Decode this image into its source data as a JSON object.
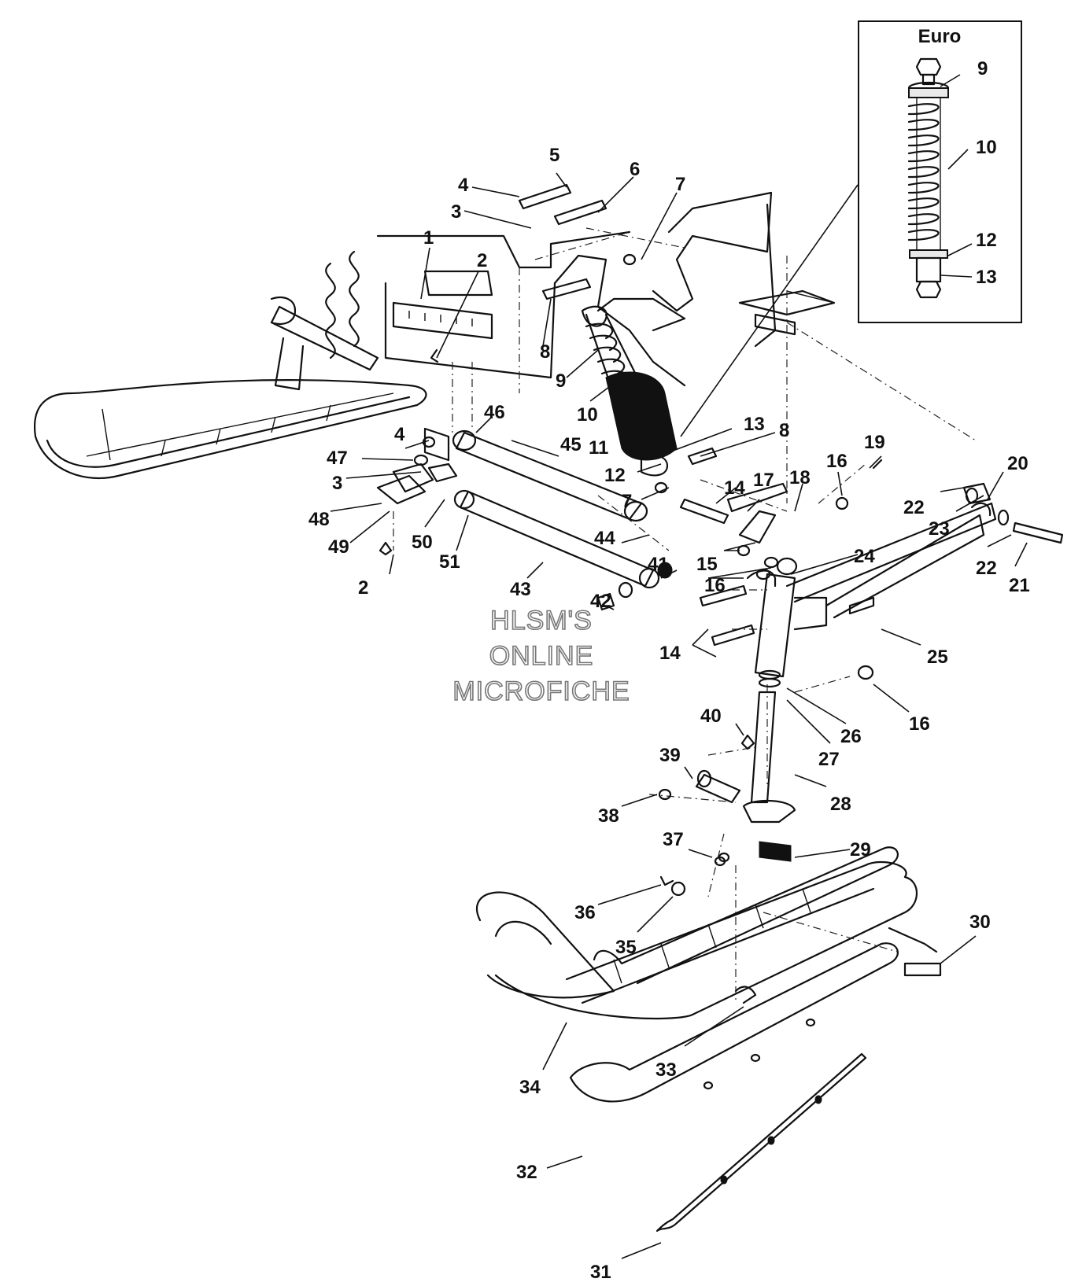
{
  "inset": {
    "title": "Euro"
  },
  "watermark": {
    "line1": "HLSM'S",
    "line2": "ONLINE",
    "line3": "MICROFICHE"
  },
  "callouts": [
    {
      "id": "c5",
      "label": "5"
    },
    {
      "id": "c4a",
      "label": "4"
    },
    {
      "id": "c6",
      "label": "6"
    },
    {
      "id": "c7a",
      "label": "7"
    },
    {
      "id": "c3a",
      "label": "3"
    },
    {
      "id": "c1",
      "label": "1"
    },
    {
      "id": "c2a",
      "label": "2"
    },
    {
      "id": "c8a",
      "label": "8"
    },
    {
      "id": "c9a",
      "label": "9"
    },
    {
      "id": "c10a",
      "label": "10"
    },
    {
      "id": "c13a",
      "label": "13"
    },
    {
      "id": "c8b",
      "label": "8"
    },
    {
      "id": "c11",
      "label": "11"
    },
    {
      "id": "c12a",
      "label": "12"
    },
    {
      "id": "c7b",
      "label": "7"
    },
    {
      "id": "c46",
      "label": "46"
    },
    {
      "id": "c45",
      "label": "45"
    },
    {
      "id": "c4b",
      "label": "4"
    },
    {
      "id": "c47",
      "label": "47"
    },
    {
      "id": "c3b",
      "label": "3"
    },
    {
      "id": "c48",
      "label": "48"
    },
    {
      "id": "c49",
      "label": "49"
    },
    {
      "id": "c50",
      "label": "50"
    },
    {
      "id": "c51",
      "label": "51"
    },
    {
      "id": "c44",
      "label": "44"
    },
    {
      "id": "c2b",
      "label": "2"
    },
    {
      "id": "c43",
      "label": "43"
    },
    {
      "id": "c42",
      "label": "42"
    },
    {
      "id": "c41",
      "label": "41"
    },
    {
      "id": "c14a",
      "label": "14"
    },
    {
      "id": "c17",
      "label": "17"
    },
    {
      "id": "c18",
      "label": "18"
    },
    {
      "id": "c16a",
      "label": "16"
    },
    {
      "id": "c19",
      "label": "19"
    },
    {
      "id": "c15",
      "label": "15"
    },
    {
      "id": "c16b",
      "label": "16"
    },
    {
      "id": "c24",
      "label": "24"
    },
    {
      "id": "c14b",
      "label": "14"
    },
    {
      "id": "c20",
      "label": "20"
    },
    {
      "id": "c22a",
      "label": "22"
    },
    {
      "id": "c23",
      "label": "23"
    },
    {
      "id": "c22b",
      "label": "22"
    },
    {
      "id": "c21",
      "label": "21"
    },
    {
      "id": "c25",
      "label": "25"
    },
    {
      "id": "c16c",
      "label": "16"
    },
    {
      "id": "c26",
      "label": "26"
    },
    {
      "id": "c27",
      "label": "27"
    },
    {
      "id": "c40",
      "label": "40"
    },
    {
      "id": "c39",
      "label": "39"
    },
    {
      "id": "c28",
      "label": "28"
    },
    {
      "id": "c38",
      "label": "38"
    },
    {
      "id": "c37",
      "label": "37"
    },
    {
      "id": "c29",
      "label": "29"
    },
    {
      "id": "c36",
      "label": "36"
    },
    {
      "id": "c35",
      "label": "35"
    },
    {
      "id": "c30",
      "label": "30"
    },
    {
      "id": "c33",
      "label": "33"
    },
    {
      "id": "c34",
      "label": "34"
    },
    {
      "id": "c32",
      "label": "32"
    },
    {
      "id": "c31",
      "label": "31"
    },
    {
      "id": "i9",
      "label": "9"
    },
    {
      "id": "i10",
      "label": "10"
    },
    {
      "id": "i12",
      "label": "12"
    },
    {
      "id": "i13",
      "label": "13"
    }
  ]
}
